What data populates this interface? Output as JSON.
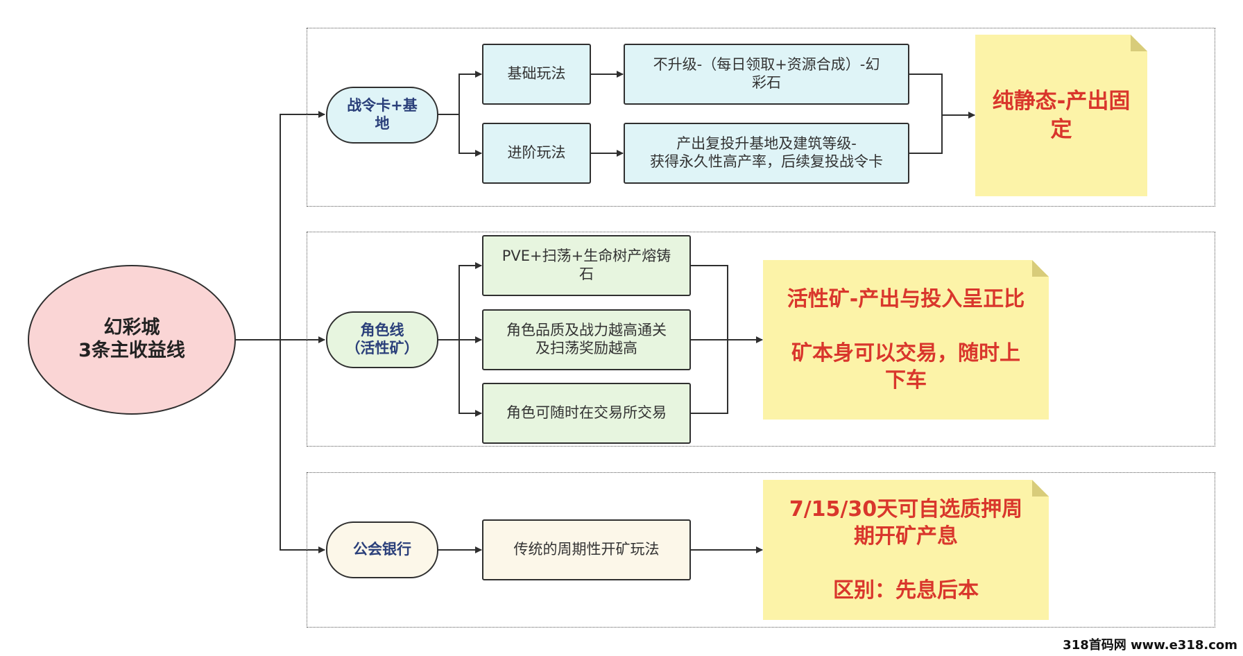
{
  "root": {
    "label": "幻彩城\n3条主收益线"
  },
  "lines": [
    {
      "label": "战令卡+基\n地",
      "items": [
        {
          "label": "基础玩法",
          "detail": "不升级-（每日领取+资源合成）-幻\n彩石"
        },
        {
          "label": "进阶玩法",
          "detail": "产出复投升基地及建筑等级-\n获得永久性高产率，后续复投战令卡"
        }
      ],
      "note": "纯静态-产出固\n定"
    },
    {
      "label": "角色线\n（活性矿）",
      "items": [
        {
          "label": "PVE+扫荡+生命树产熔铸\n石"
        },
        {
          "label": "角色品质及战力越高通关\n及扫荡奖励越高"
        },
        {
          "label": "角色可随时在交易所交易"
        }
      ],
      "note": "活性矿-产出与投入呈正比\n\n矿本身可以交易，随时上\n下车"
    },
    {
      "label": "公会银行",
      "items": [
        {
          "label": "传统的周期性开矿玩法"
        }
      ],
      "note": "7/15/30天可自选质押周\n期开矿产息\n\n区别：先息后本"
    }
  ],
  "watermark": "318首码网 www.e318.com",
  "colors": {
    "root_fill": "#fad5d5",
    "line1_fill": "#dff4f7",
    "line2_fill": "#e7f5df",
    "line3_fill": "#fcf7e9",
    "note_fill": "#fcf3a8",
    "note_text": "#d9362c",
    "edge": "#2f2f2f"
  }
}
